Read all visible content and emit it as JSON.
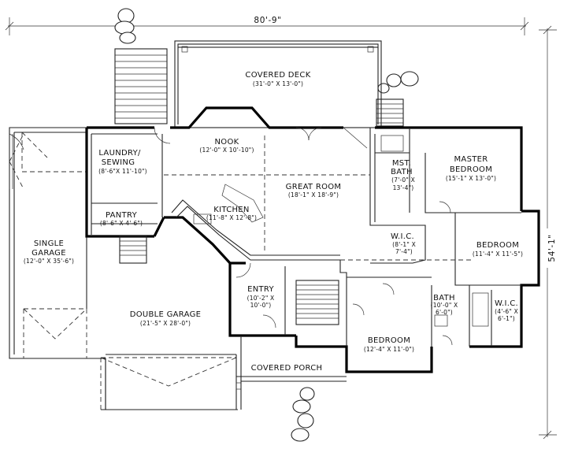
{
  "plan": {
    "overall_width": "80'-9\"",
    "overall_depth": "54'-1\"",
    "rooms": [
      {
        "id": "covered-deck",
        "name": "COVERED DECK",
        "size": "(31'-0\" X 13'-0\")"
      },
      {
        "id": "nook",
        "name": "NOOK",
        "size": "(12'-0\" X 10'-10\")"
      },
      {
        "id": "laundry-sewing",
        "name_line1": "LAUNDRY/",
        "name_line2": "SEWING",
        "size": "(8'-6\"X 11'-10\")"
      },
      {
        "id": "pantry",
        "name": "PANTRY",
        "size": "(8'-6\" X 4'-6\")"
      },
      {
        "id": "kitchen",
        "name": "KITCHEN",
        "size": "(11'-8\" X 12'-8\")"
      },
      {
        "id": "great-room",
        "name": "GREAT ROOM",
        "size": "(18'-1\" X 18'-9\")"
      },
      {
        "id": "mst-bath",
        "name_line1": "MST.",
        "name_line2": "BATH",
        "size_line1": "(7'-0\" X",
        "size_line2": "13'-4\")"
      },
      {
        "id": "master-bedroom",
        "name_line1": "MASTER",
        "name_line2": "BEDROOM",
        "size": "(15'-1\" X 13'-0\")"
      },
      {
        "id": "wic-master",
        "name": "W.I.C.",
        "size_line1": "(8'-1\" X",
        "size_line2": "7'-4\")"
      },
      {
        "id": "bedroom-east",
        "name": "BEDROOM",
        "size": "(11'-4\" X 11'-5\")"
      },
      {
        "id": "single-garage",
        "name_line1": "SINGLE",
        "name_line2": "GARAGE",
        "size": "(12'-0\" X 35'-6\")"
      },
      {
        "id": "double-garage",
        "name": "DOUBLE GARAGE",
        "size": "(21'-5\" X 28'-0\")"
      },
      {
        "id": "entry",
        "name": "ENTRY",
        "size_line1": "(10'-2\" X",
        "size_line2": "10'-0\")"
      },
      {
        "id": "bath-small",
        "name": "BATH",
        "size_line1": "(10'-0\" X",
        "size_line2": "6'-0\")"
      },
      {
        "id": "wic-small",
        "name": "W.I.C.",
        "size_line1": "(4'-6\" X",
        "size_line2": "6'-1\")"
      },
      {
        "id": "bedroom-south",
        "name": "BEDROOM",
        "size": "(12'-4\" X 11'-0\")"
      },
      {
        "id": "covered-porch",
        "name": "COVERED PORCH"
      }
    ]
  }
}
